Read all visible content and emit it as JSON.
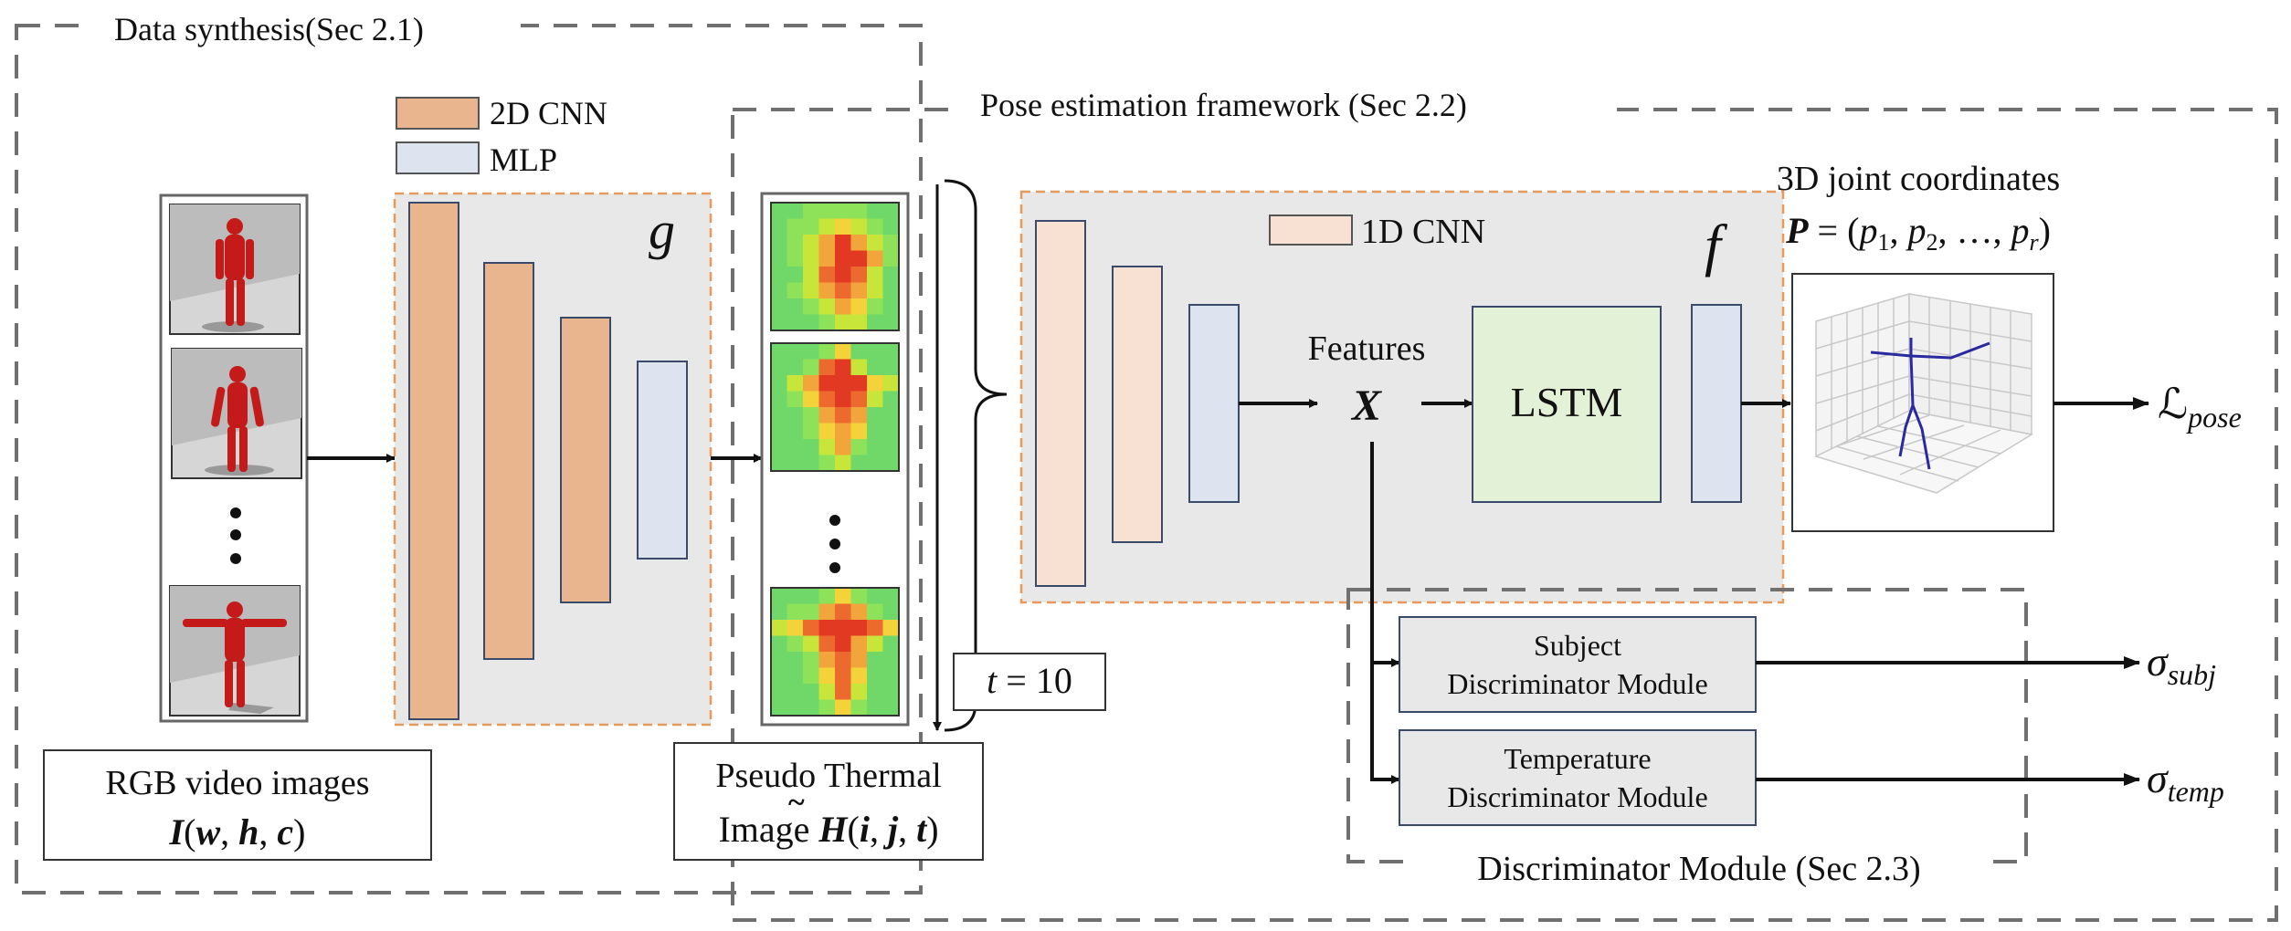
{
  "sections": {
    "data_synthesis": "Data synthesis(Sec 2.1)",
    "pose_framework": "Pose estimation framework (Sec 2.2)",
    "discriminator": "Discriminator Module (Sec 2.3)"
  },
  "legend": {
    "cnn2d": "2D CNN",
    "mlp": "MLP",
    "cnn1d": "1D CNN"
  },
  "colors": {
    "cnn2d": "#E8B58F",
    "mlp": "#DDE3EF",
    "cnn1d": "#F8E1D2",
    "lstm": "#E3F1D7",
    "module_bg": "#E8E8E8",
    "dashed_orange": "#E89A5A",
    "dashed_gray": "#707070",
    "figure_red": "#C41A1A"
  },
  "rgb": {
    "title": "RGB video images",
    "symbol": "I",
    "args_open": "(",
    "w": "w",
    "h": "h",
    "c": "c",
    "args_close": ")",
    "sep": ", "
  },
  "thermal": {
    "title": "Pseudo Thermal",
    "prefix": "Image ",
    "symbol": "H",
    "tilde": "~",
    "args_open": "(",
    "i": "i",
    "j": "j",
    "t": "t",
    "args_close": ")",
    "sep": ", "
  },
  "modules": {
    "g": "g",
    "f": "f"
  },
  "t_box": {
    "var": "t",
    "eq": " = 10"
  },
  "features": {
    "label": "Features",
    "symbol": "X"
  },
  "lstm": "LSTM",
  "joints": {
    "title": "3D joint coordinates",
    "P": "P",
    "eq": " = (",
    "p": "p",
    "sub1": "1",
    "sub2": "2",
    "sep": ", ",
    "dots": "…",
    "subr": "r",
    "close": ")"
  },
  "outputs": {
    "pose_sym": "ℒ",
    "pose_sub": "pose",
    "subj_sym": "σ",
    "subj_sub": "subj",
    "temp_sym": "σ",
    "temp_sub": "temp"
  },
  "disc": {
    "subject_l1": "Subject",
    "subject_l2": "Discriminator Module",
    "temperature_l1": "Temperature",
    "temperature_l2": "Discriminator Module"
  }
}
